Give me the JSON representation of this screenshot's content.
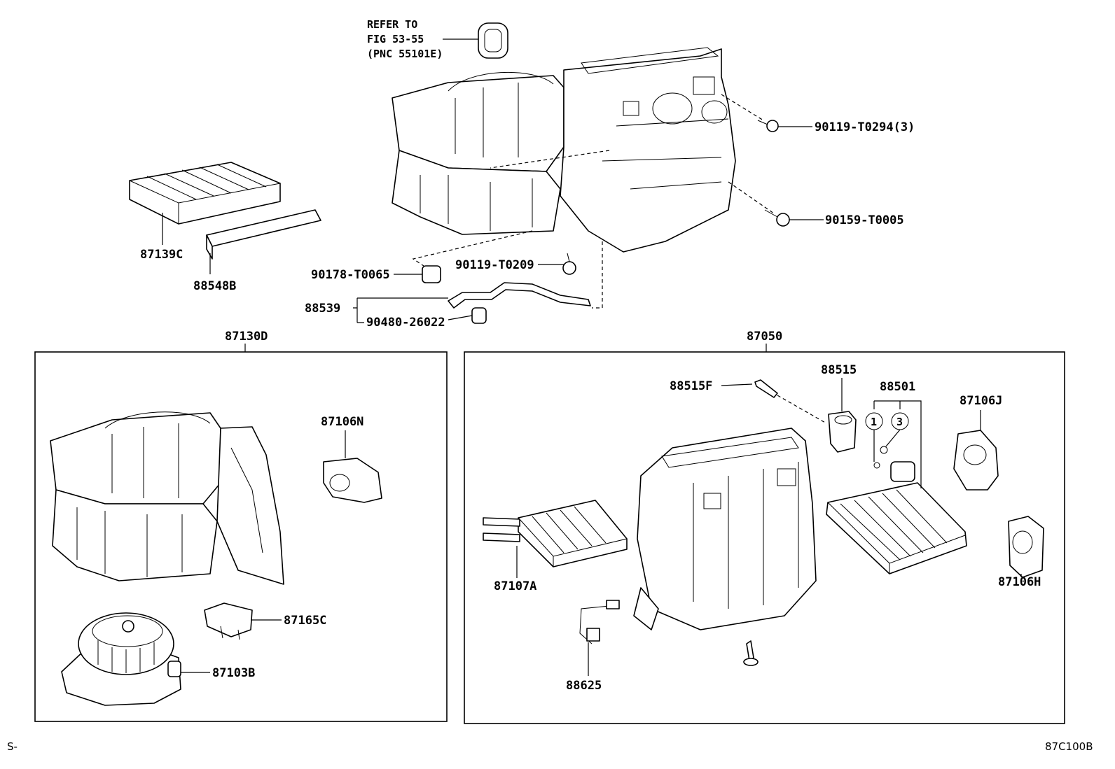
{
  "note_lines": [
    "REFER TO",
    "FIG 53-55",
    "(PNC 55101E)"
  ],
  "labels": {
    "p87139C": "87139C",
    "p88548B": "88548B",
    "p90178T0065": "90178-T0065",
    "p90119T0209": "90119-T0209",
    "p88539": "88539",
    "p9048026022": "90480-26022",
    "p90119T0294": "90119-T0294(3)",
    "p90159T0005": "90159-T0005",
    "p87130D": "87130D",
    "p87050": "87050",
    "p87106N": "87106N",
    "p87165C": "87165C",
    "p87103B": "87103B",
    "p88515F": "88515F",
    "p88515": "88515",
    "p88501": "88501",
    "p87106J": "87106J",
    "p87106H": "87106H",
    "p87107A": "87107A",
    "p88625": "88625"
  },
  "callouts": {
    "c1": "1",
    "c3": "3"
  },
  "footer": {
    "left": "S-",
    "right": "87C100B"
  }
}
